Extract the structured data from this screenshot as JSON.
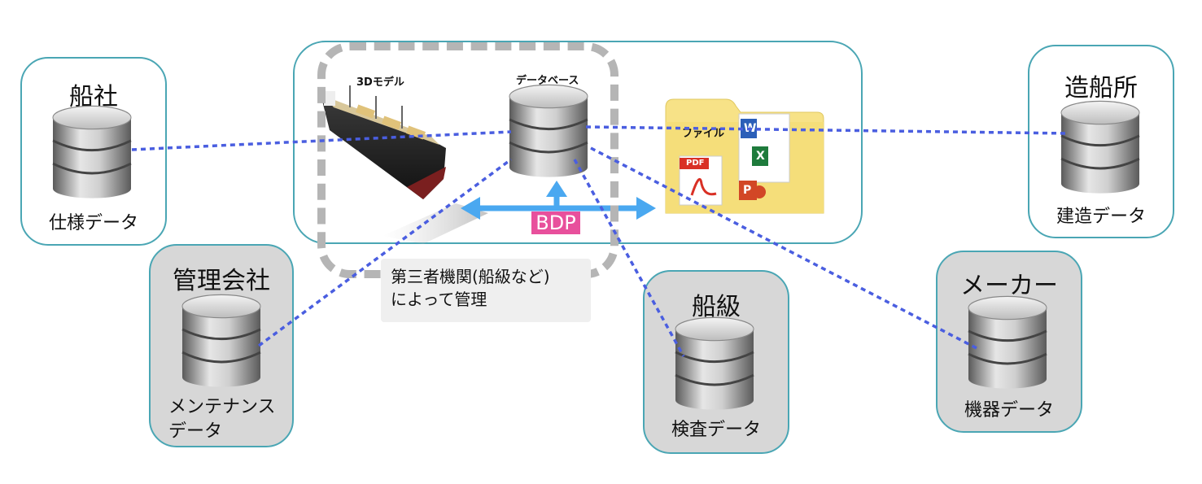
{
  "center": {
    "model_label": "3Dモデル",
    "database_label": "データベース",
    "file_label": "ファイル",
    "bdp_label": "BDP",
    "pdf_label": "PDF",
    "word_letter": "W",
    "excel_letter": "X",
    "ppt_letter": "P",
    "note_line1": "第三者機関(船級など)",
    "note_line2": "によって管理"
  },
  "nodes": {
    "shipowner": {
      "title": "船社",
      "subtitle": "仕様データ"
    },
    "shipyard": {
      "title": "造船所",
      "subtitle": "建造データ"
    },
    "management": {
      "title": "管理会社",
      "subtitle1": "メンテナンス",
      "subtitle2": "データ"
    },
    "classification": {
      "title": "船級",
      "subtitle": "検査データ"
    },
    "maker": {
      "title": "メーカー",
      "subtitle": "機器データ"
    }
  },
  "colors": {
    "box_border": "#4aa6b4",
    "gray_fill": "#d7d7d7",
    "dash_line": "#4a5ee0",
    "arrow": "#4aa8f0",
    "bdp": "#e8509c",
    "folder": "#f7e287"
  }
}
